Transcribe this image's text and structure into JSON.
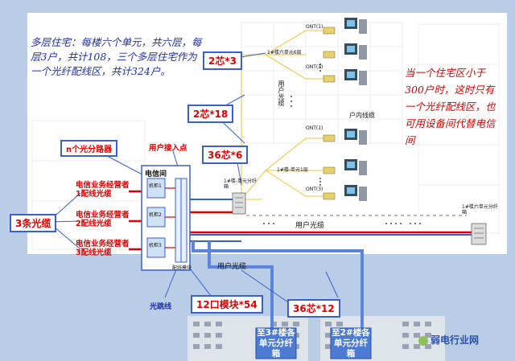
{
  "notes": {
    "left": "多层住宅：每楼六个单元，共六层，每层3户，共计108，三个多层住宅作为一个光纤配线区，共计324户。",
    "right": "当一个住宅区小于300户时，这时只有一个光纤配线区，也可用设备间代替电信间"
  },
  "core_labels": {
    "c2x3": "2芯*3",
    "c2x18": "2芯*18",
    "c36x6": "36芯*6",
    "c36x12": "36芯*12",
    "mod12x54": "12口模块*54",
    "three_cables": "3条光缆",
    "n_splitter": "n个光分路器"
  },
  "room": {
    "title": "电信间",
    "rack1": "机柜1",
    "rack2": "机柜2",
    "rack3": "机柜3",
    "module": "配线模块"
  },
  "operators": {
    "op1": "电信业务经营者1配线光缆",
    "op2": "电信业务经营者2配线光缆",
    "op3": "电信业务经营者3配线光缆"
  },
  "labels": {
    "user_access_point": "用户接入点",
    "jumper": "光跳线",
    "user_cable_1": "用户光缆",
    "user_cable_2": "用户光缆",
    "user_cable_v": "用户光缆",
    "indoor_cable": "户内线缆",
    "dist_box_1": "1#楼-单元分纤箱",
    "dist_box_2": "1#楼六单元分纤箱",
    "unit_6": "1#楼六单元6层",
    "unit_1": "1#楼-单元1层",
    "to_bldg3": "至3#楼各单元分纤箱",
    "to_bldg2": "至2#楼各单元分纤箱",
    "watermark": "弱电行业网"
  },
  "onts": {
    "a1": "ONT(1)",
    "a3": "ONT(3)",
    "b1": "ONT(1)",
    "b3": "ONT(3)"
  },
  "colors": {
    "background": "#b9cde6",
    "accent_red": "#e00000",
    "line_blue": "#3a5fcf",
    "fiber_yellow": "#f0d060"
  }
}
